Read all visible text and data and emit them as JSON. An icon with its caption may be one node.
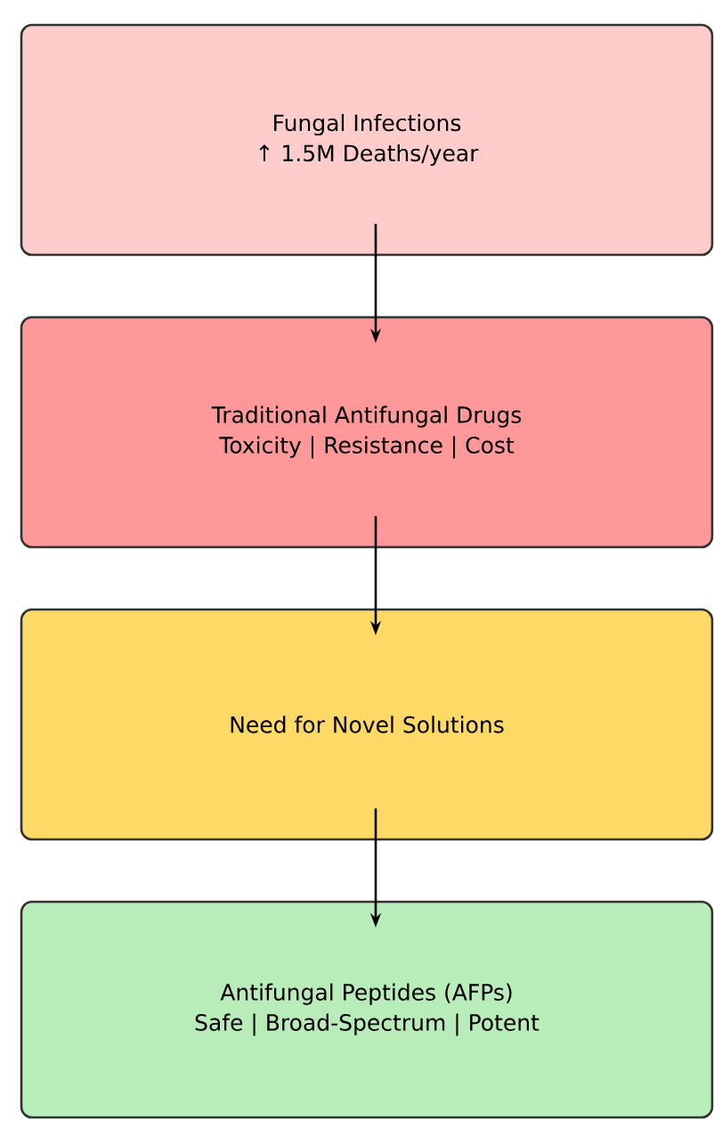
{
  "diagram": {
    "nodes": [
      {
        "text": [
          "Fungal Infections",
          "↑ 1.5M Deaths/year"
        ]
      },
      {
        "text": [
          "Traditional Antifungal Drugs",
          "Toxicity | Resistance | Cost"
        ]
      },
      {
        "text": [
          "Need for Novel Solutions"
        ]
      },
      {
        "text": [
          "Antifungal Peptides (AFPs)",
          "Safe | Broad-Spectrum | Potent"
        ]
      }
    ],
    "edges": [
      {
        "from": 0,
        "to": 1,
        "arrow": "to"
      },
      {
        "from": 1,
        "to": 2,
        "arrow": "to"
      },
      {
        "from": 2,
        "to": 3,
        "arrow": "to"
      }
    ]
  }
}
